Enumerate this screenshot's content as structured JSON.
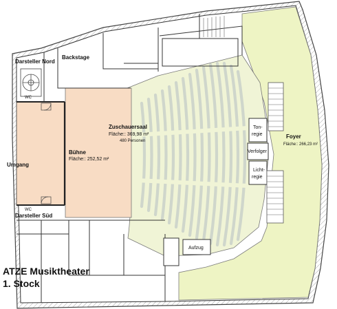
{
  "plan": {
    "title": "ATZE Musiktheater",
    "subtitle": "1. Stock",
    "rooms": {
      "darsteller_nord": "Darsteller Nord",
      "backstage": "Backstage",
      "darsteller_sued": "Darsteller Süd",
      "umgang": "Umgang",
      "wc_top": "WC",
      "wc_bottom": "WC",
      "buehne": {
        "name": "Bühne",
        "area": "Fläche:: 252,52 m²"
      },
      "zuschauersaal": {
        "name": "Zuschauersaal",
        "area": "Fläche:: 369,98 m²",
        "capacity": "480 Personen"
      },
      "foyer": {
        "name": "Foyer",
        "area": "Fläche:: 266,23 m²"
      },
      "tonregie": {
        "line1": "Ton-",
        "line2": "regie"
      },
      "verfolger": "Verfolger",
      "lichtregie": {
        "line1": "Licht-",
        "line2": "regie"
      },
      "aufzug": "Aufzug"
    },
    "colors": {
      "stage": "#f8dcc4",
      "auditorium": "#f0f4d6",
      "foyer": "#eef4c4",
      "seating": "#cfd6cb",
      "wall": "#2b2b2b",
      "hatch": "#9a9a9a"
    }
  }
}
